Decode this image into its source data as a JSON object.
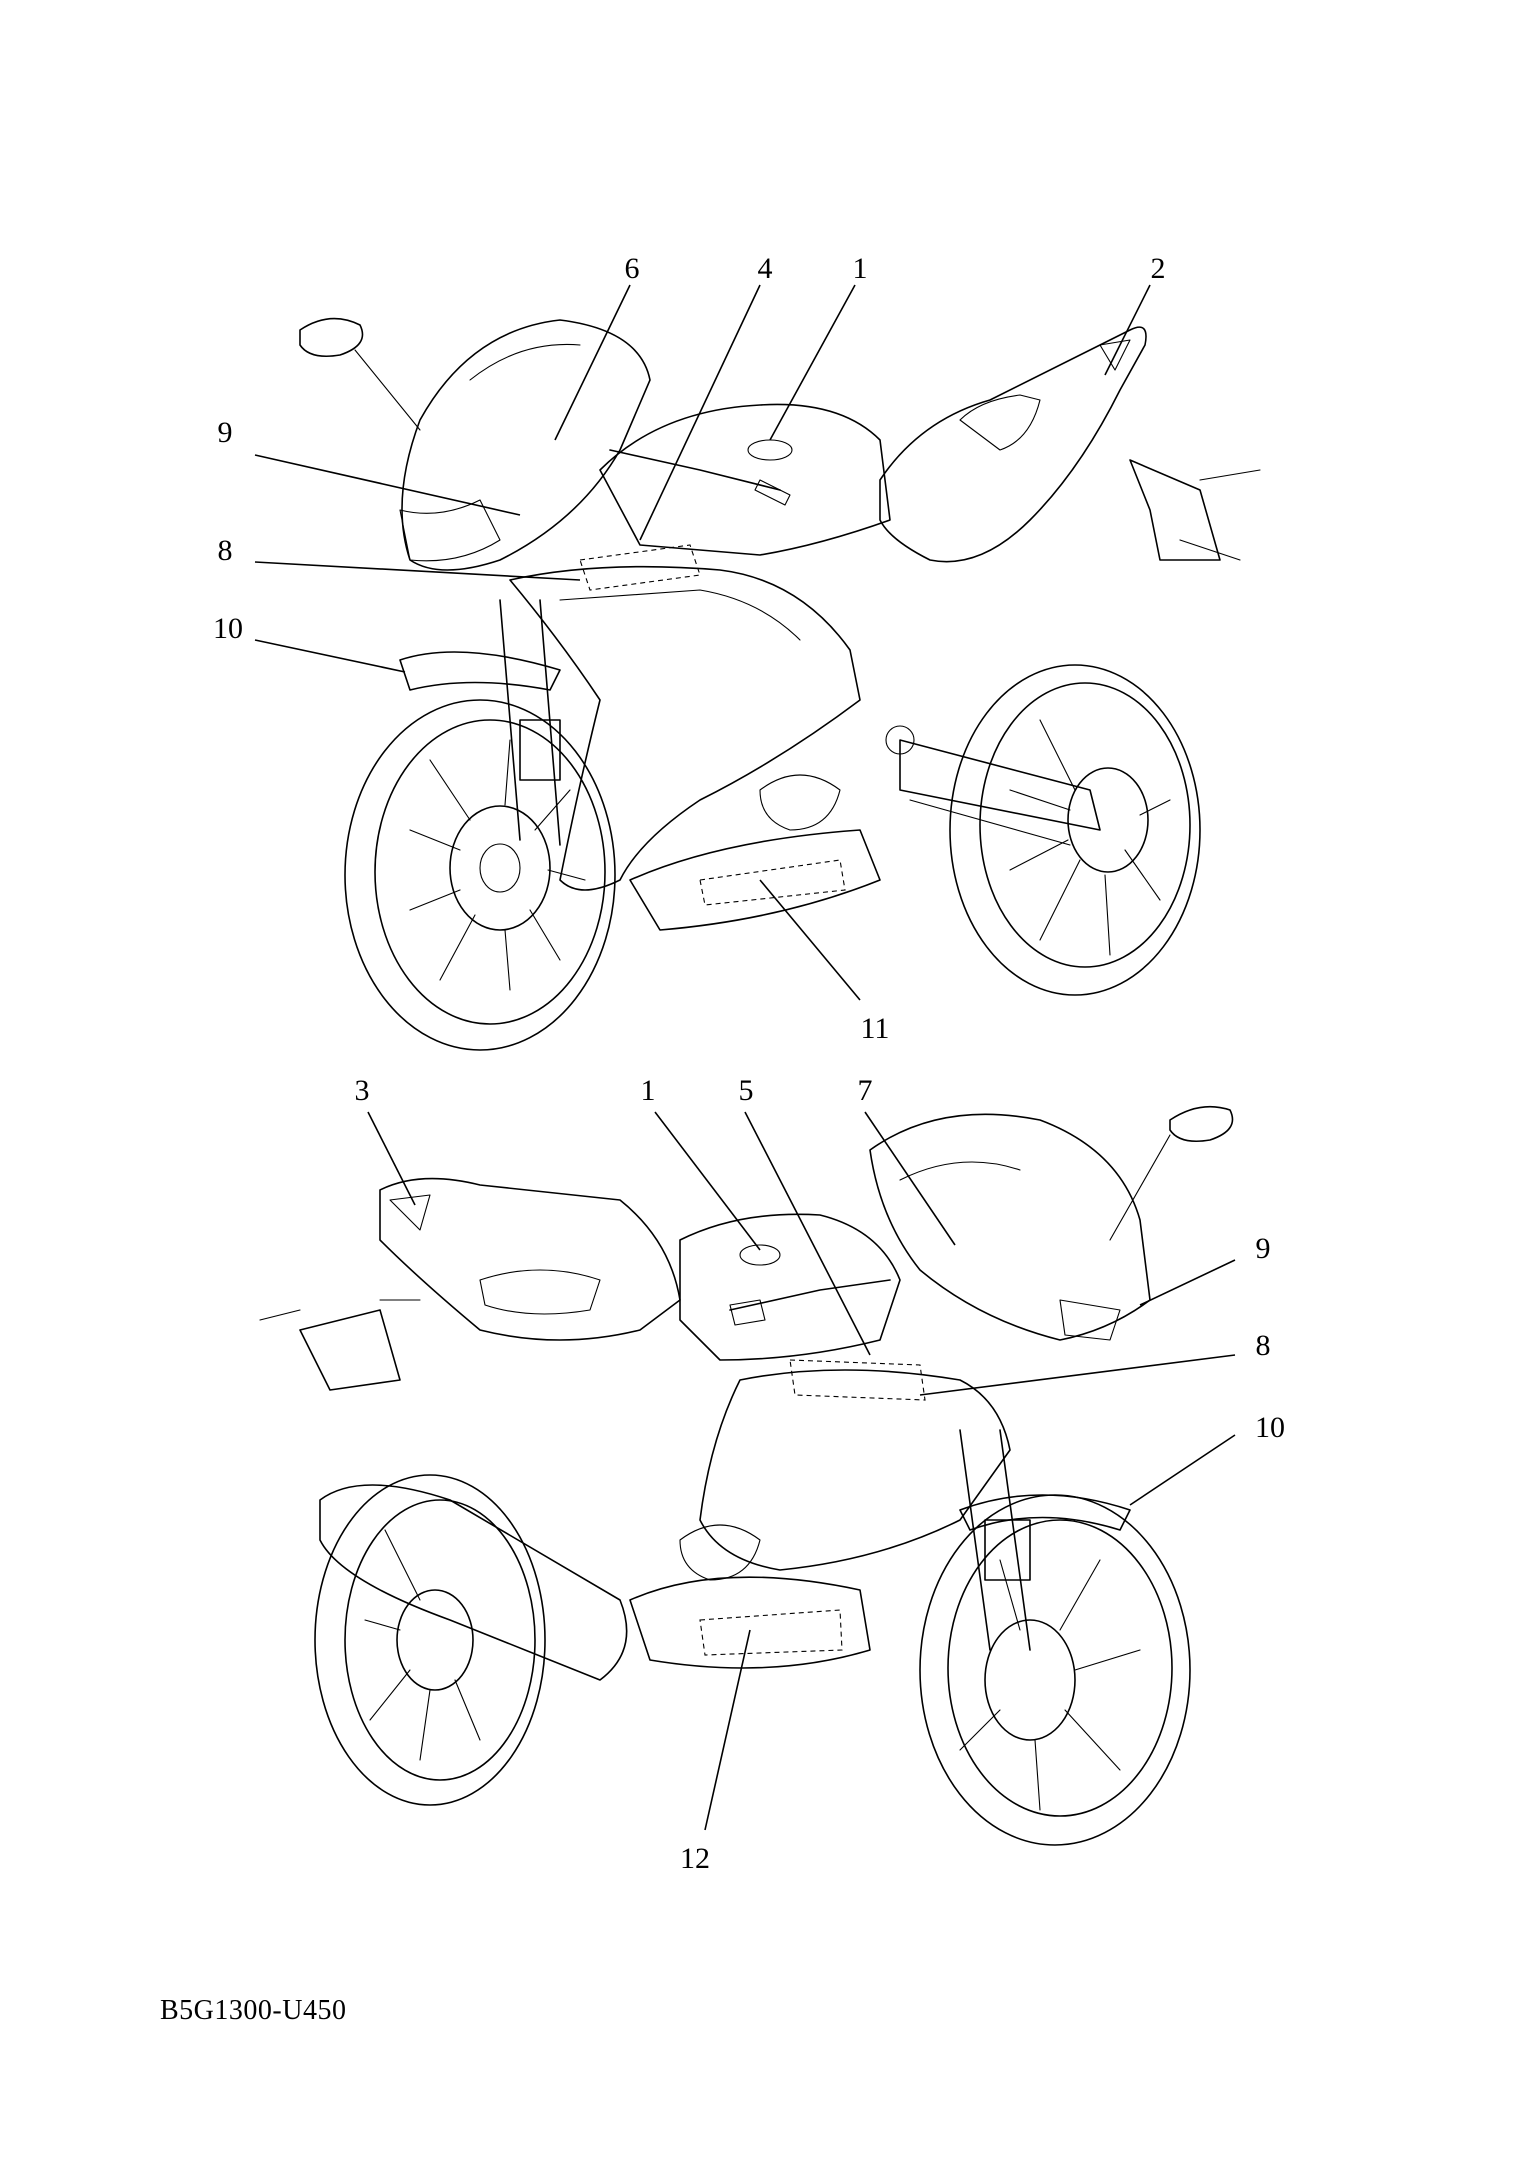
{
  "document": {
    "code": "B5G1300-U450"
  },
  "views": [
    {
      "id": "left-side",
      "callouts": [
        "6",
        "4",
        "1",
        "2",
        "9",
        "8",
        "10",
        "11"
      ]
    },
    {
      "id": "right-side",
      "callouts": [
        "3",
        "1",
        "5",
        "7",
        "9",
        "8",
        "10",
        "12"
      ]
    }
  ]
}
